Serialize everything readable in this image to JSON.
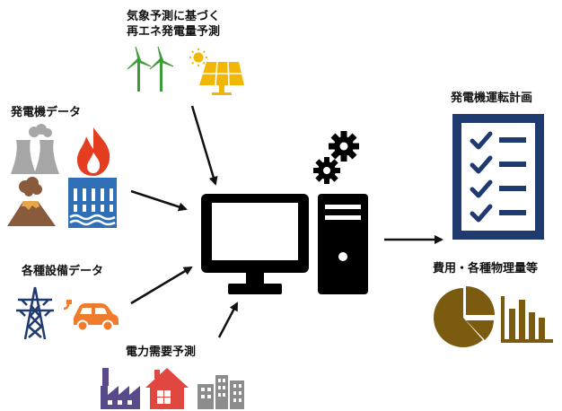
{
  "labels": {
    "weather_line1": "気象予測に基づく",
    "weather_line2": "再エネ発電量予測",
    "generator_data": "発電機データ",
    "equipment_data": "各種設備データ",
    "demand_forecast": "電力需要予測",
    "plan": "発電機運転計画",
    "costs": "費用・各種物理量等"
  },
  "icons": {
    "wind": "wind-turbine-icon",
    "solar": "solar-panel-icon",
    "thermal": "thermal-plant-icon",
    "fire": "flame-icon",
    "volcano": "geothermal-volcano-icon",
    "dam": "hydro-dam-icon",
    "tower": "transmission-tower-icon",
    "ev": "electric-car-icon",
    "factory": "factory-icon",
    "house": "house-icon",
    "buildings": "buildings-icon",
    "computer": "computer-icon",
    "gears": "gears-icon",
    "checklist": "checklist-icon",
    "pie": "pie-chart-icon",
    "bars": "bar-chart-icon"
  },
  "colors": {
    "green": "#3f9b3a",
    "solar": "#f2b705",
    "gray": "#a6a6a6",
    "fire": "#e53d1f",
    "volcano": "#8a5a3c",
    "water": "#2f6fb5",
    "navy": "#1f3a6e",
    "orange": "#f07b2d",
    "purple": "#5a4a8c",
    "house": "#e0473f",
    "gold": "#7a5b0f",
    "black": "#000000"
  }
}
